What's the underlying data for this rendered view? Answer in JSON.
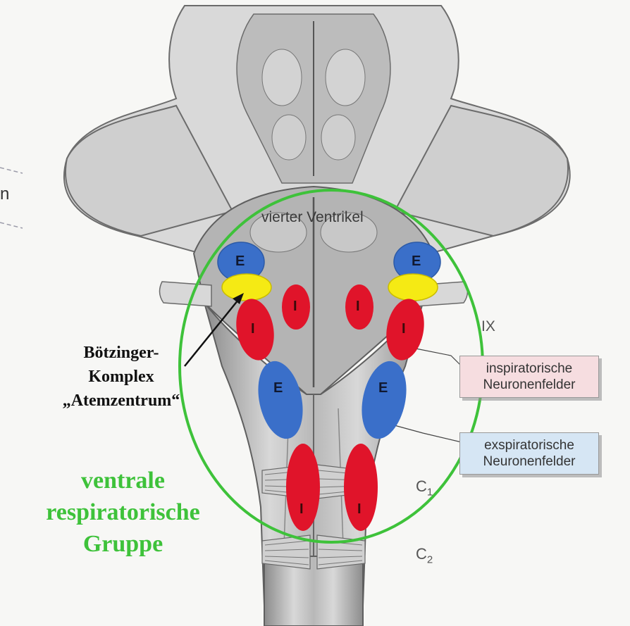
{
  "labels": {
    "fourth_ventricle": "vierter Ventrikel",
    "cranial_nerve": "IX",
    "c1_letter": "C",
    "c1_sub": "1",
    "c2_letter": "C",
    "c2_sub": "2",
    "margin_letter": "n"
  },
  "boetzinger": {
    "line1": "Bötzinger-",
    "line2": "Komplex",
    "line3": "„Atemzentrum“"
  },
  "vrg": {
    "line1": "ventrale",
    "line2": "respiratorische",
    "line3": "Gruppe"
  },
  "callouts": {
    "inspiratory_line1": "inspiratorische",
    "inspiratory_line2": "Neuronenfelder",
    "expiratory_line1": "exspiratorische",
    "expiratory_line2": "Neuronenfelder"
  },
  "nuclei": {
    "E": "E",
    "I": "I"
  },
  "colors": {
    "inspiratory": "#e0142a",
    "expiratory": "#3a6fc9",
    "boetzinger": "#f5ea14",
    "vrg_outline": "#3ec23a",
    "vrg_text": "#3ec23a",
    "inspiratory_box": "#f6dde0",
    "expiratory_box": "#d6e6f4"
  }
}
